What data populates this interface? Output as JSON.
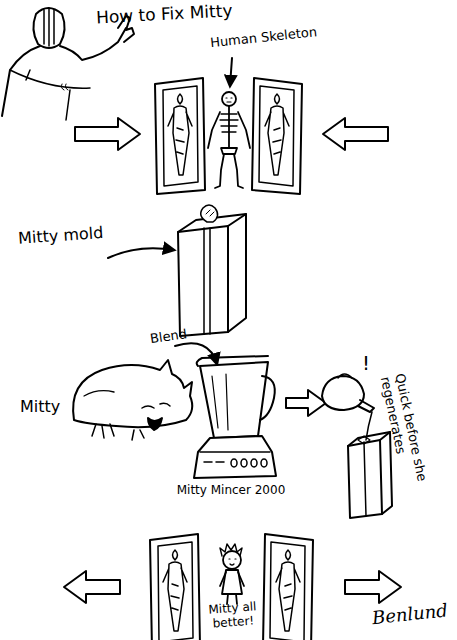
{
  "diagram": {
    "title": "How to Fix Mitty",
    "labels": [
      "Human Skeleton",
      "Mitty mold",
      "Blend",
      "Mitty",
      "Mitty Mincer 2000",
      "!",
      "Quick before she regenerates",
      "Mitty all better!",
      "Benlund"
    ]
  }
}
